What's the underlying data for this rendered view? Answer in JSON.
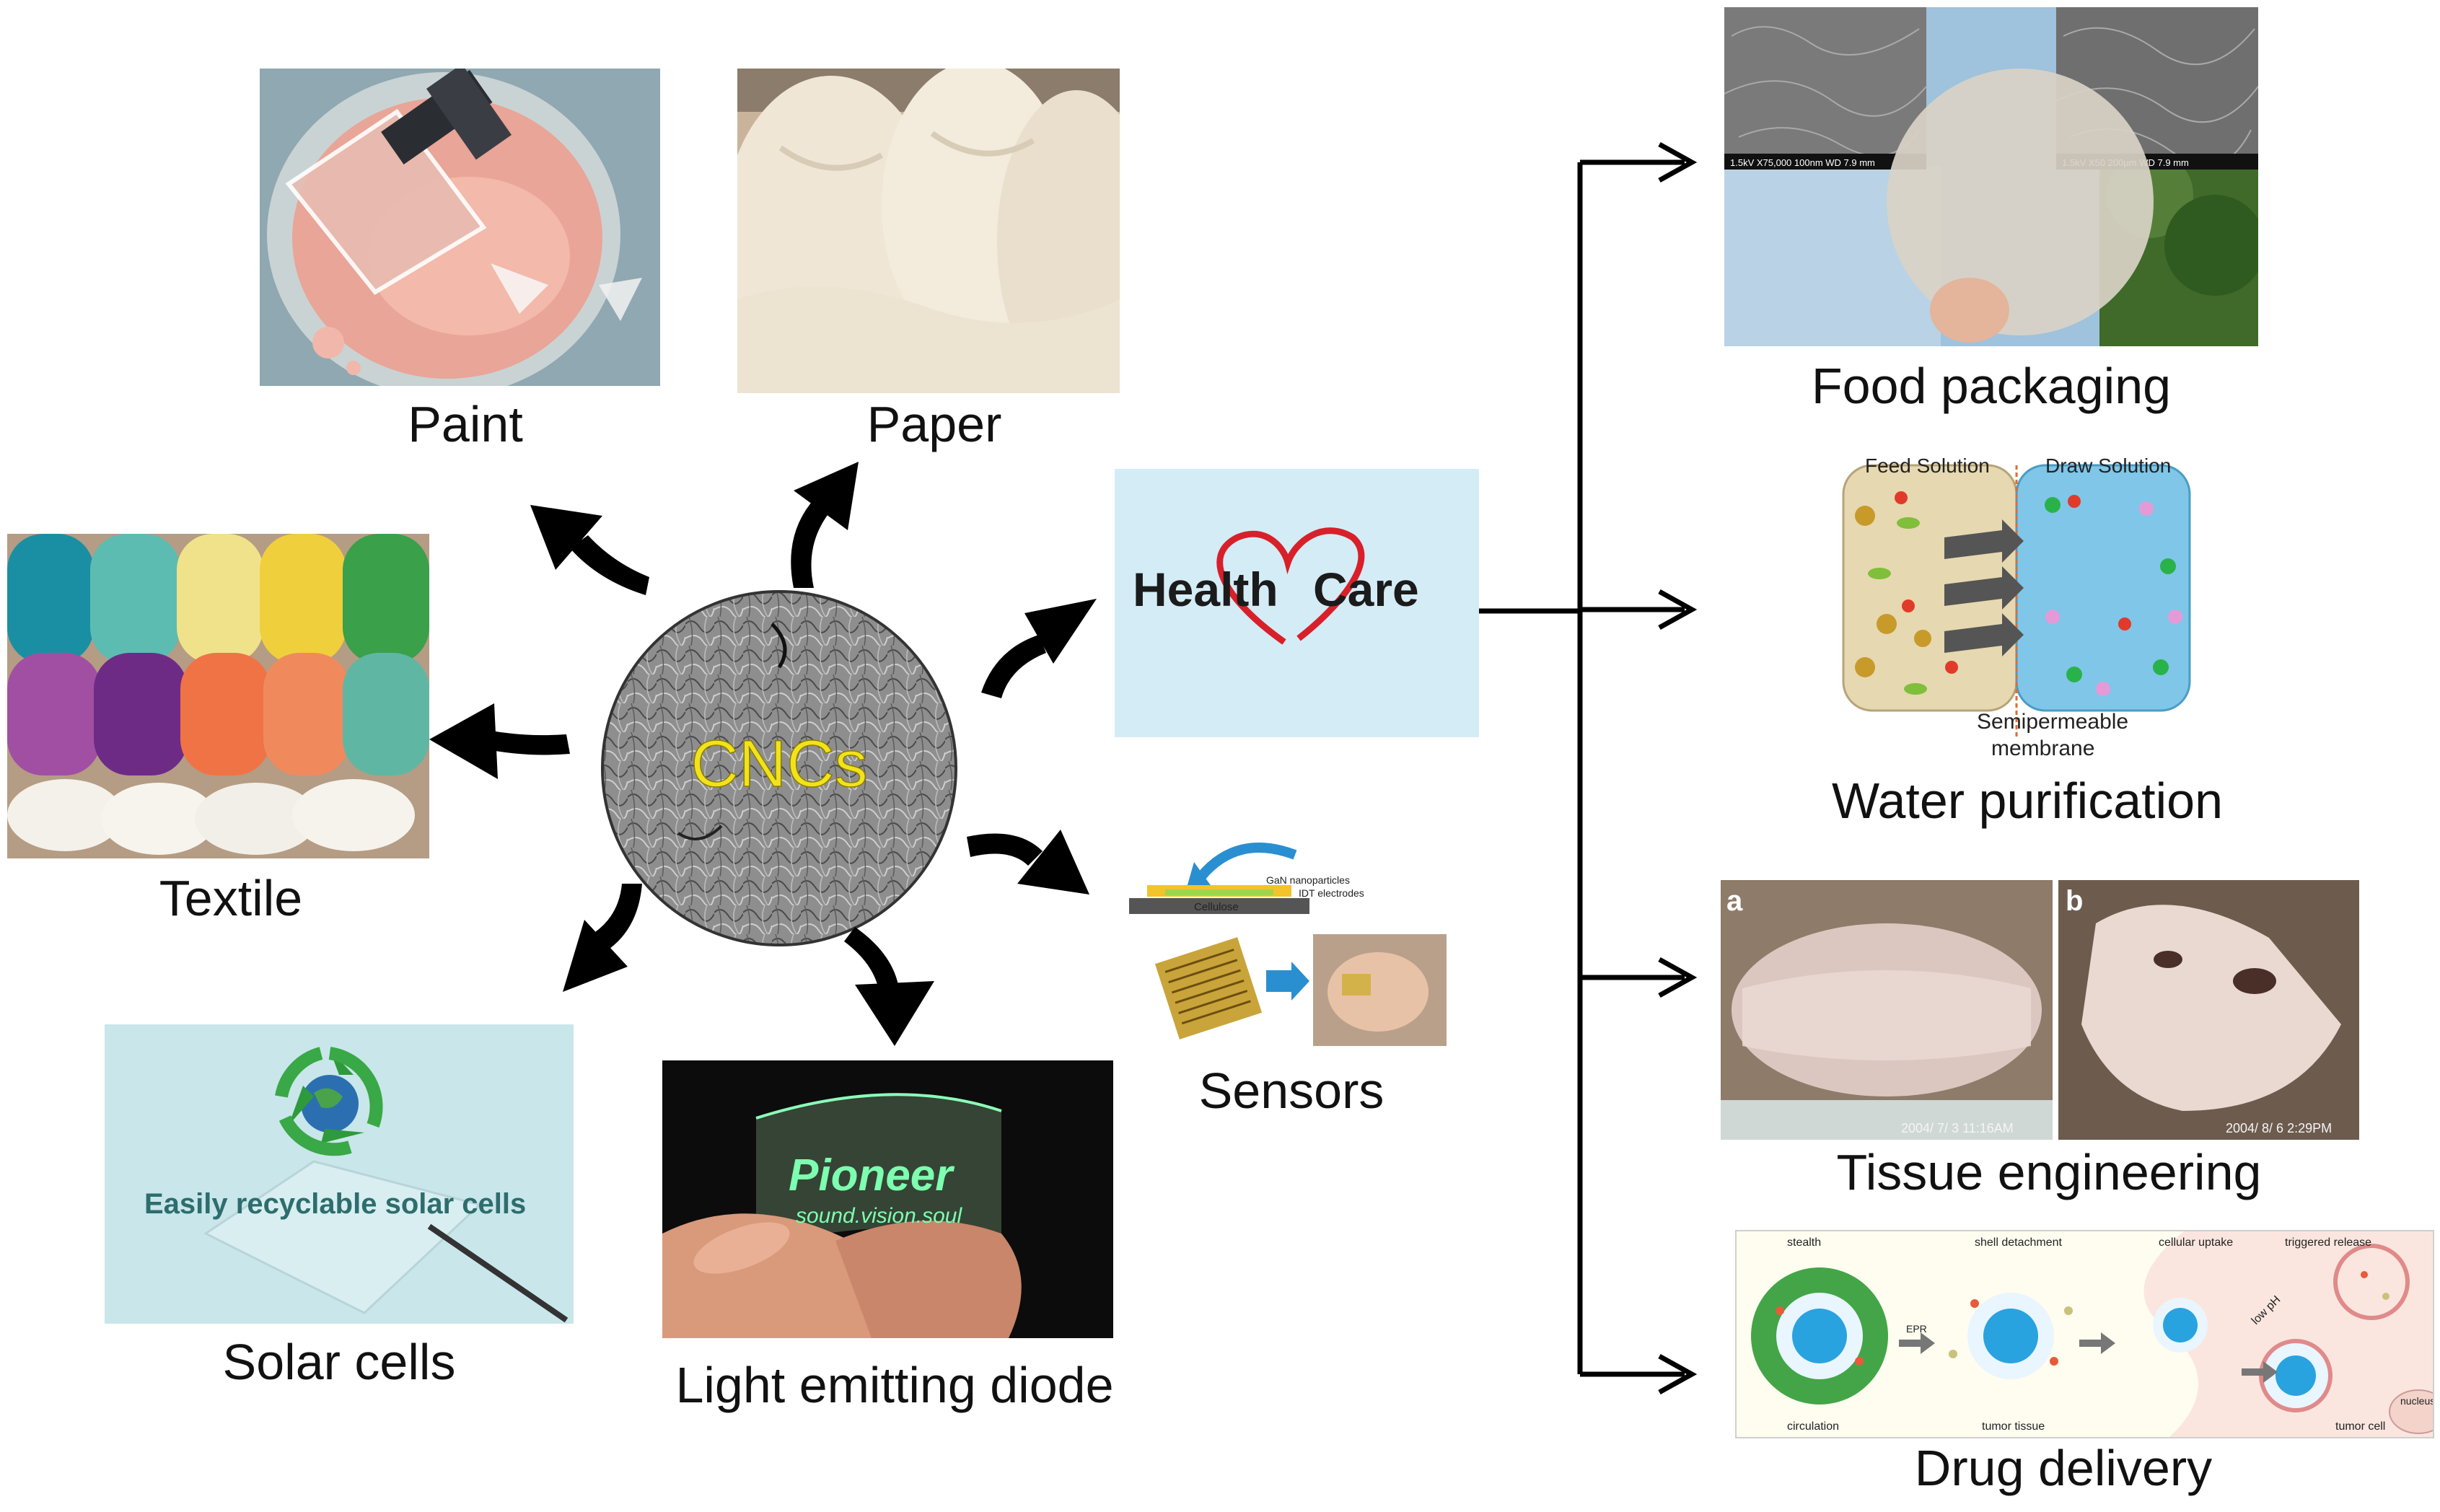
{
  "center": {
    "label": "CNCs"
  },
  "applications": {
    "paint": "Paint",
    "paper": "Paper",
    "textile": "Textile",
    "solar": "Solar cells",
    "led": "Light emitting diode",
    "sensors": "Sensors",
    "health": {
      "left": "Health",
      "right": "Care"
    }
  },
  "health_applications": {
    "food": "Food packaging",
    "water": "Water purification",
    "tissue": "Tissue engineering",
    "drug": "Drug delivery"
  },
  "image_text": {
    "solar_caption": "Easily recyclable solar cells",
    "led_brand": "Pioneer",
    "led_slogan": "sound.vision.soul",
    "sensor_gan": "GaN nanoparticles",
    "sensor_idt": "IDT electrodes",
    "sensor_cellulose": "Cellulose",
    "sem_left": "1.5kV  X75,000   100nm  WD 7.9 mm",
    "sem_right": "1.5kV  X50   200µm  WD 7.9 mm",
    "feed_solution": "Feed Solution",
    "draw_solution": "Draw Solution",
    "membrane_l1": "Semipermeable",
    "membrane_l2": "membrane",
    "tissue_a": "a",
    "tissue_b": "b",
    "tissue_date_a": "2004/ 7/ 3 11:16AM",
    "tissue_date_b": "2004/ 8/ 6  2:29PM",
    "drug_stealth": "stealth",
    "drug_shell": "shell detachment",
    "drug_uptake": "cellular uptake",
    "drug_trigger": "triggered release",
    "drug_circulation": "circulation",
    "drug_tumor_tissue": "tumor tissue",
    "drug_tumor_cell": "tumor cell",
    "drug_nucleus": "nucleus",
    "drug_lowph": "low pH",
    "drug_epr": "EPR"
  },
  "colors": {
    "cncs_text": "#f2e21c",
    "heart": "#d8202a",
    "arrow": "#000000",
    "health_bg": "#d4ecf5",
    "feed_bg": "#e6d8b0",
    "draw_bg": "#7fc6e8",
    "paint_pink": "#e9a597",
    "paint_bg": "#8fa8b0"
  },
  "icons": [
    "recycle-globe-icon",
    "heart-icon",
    "curved-arrow-icon",
    "bracket-arrow-icon"
  ]
}
